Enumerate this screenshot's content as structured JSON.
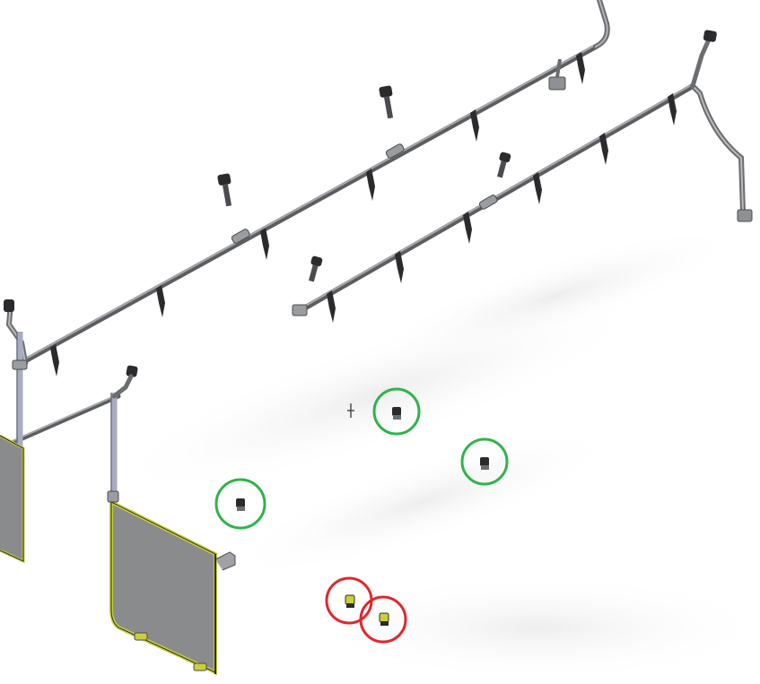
{
  "scene": {
    "rails": [
      {
        "name": "rail-long-upper"
      },
      {
        "name": "rail-short-middle"
      },
      {
        "name": "rail-left-lower"
      }
    ],
    "panels": [
      {
        "name": "partition-panel-center"
      },
      {
        "name": "partition-panel-left-partial"
      }
    ]
  },
  "markers": {
    "ok": [
      {
        "name": "green-circle-1"
      },
      {
        "name": "green-circle-2"
      },
      {
        "name": "green-circle-3"
      }
    ],
    "issue": [
      {
        "name": "red-circle-1"
      },
      {
        "name": "red-circle-2"
      }
    ]
  },
  "colors": {
    "background": "#ffffff",
    "rail": "#7d7f82",
    "rail_dark": "#4a4c4f",
    "strap": "#2b2b2d",
    "panel_fill": "#8a8b8d",
    "panel_frame": "#c8cf3a",
    "post": "#a8acc0",
    "ok_marker": "#2fb34a",
    "issue_marker": "#e3262b",
    "shadow": "#ececec"
  }
}
